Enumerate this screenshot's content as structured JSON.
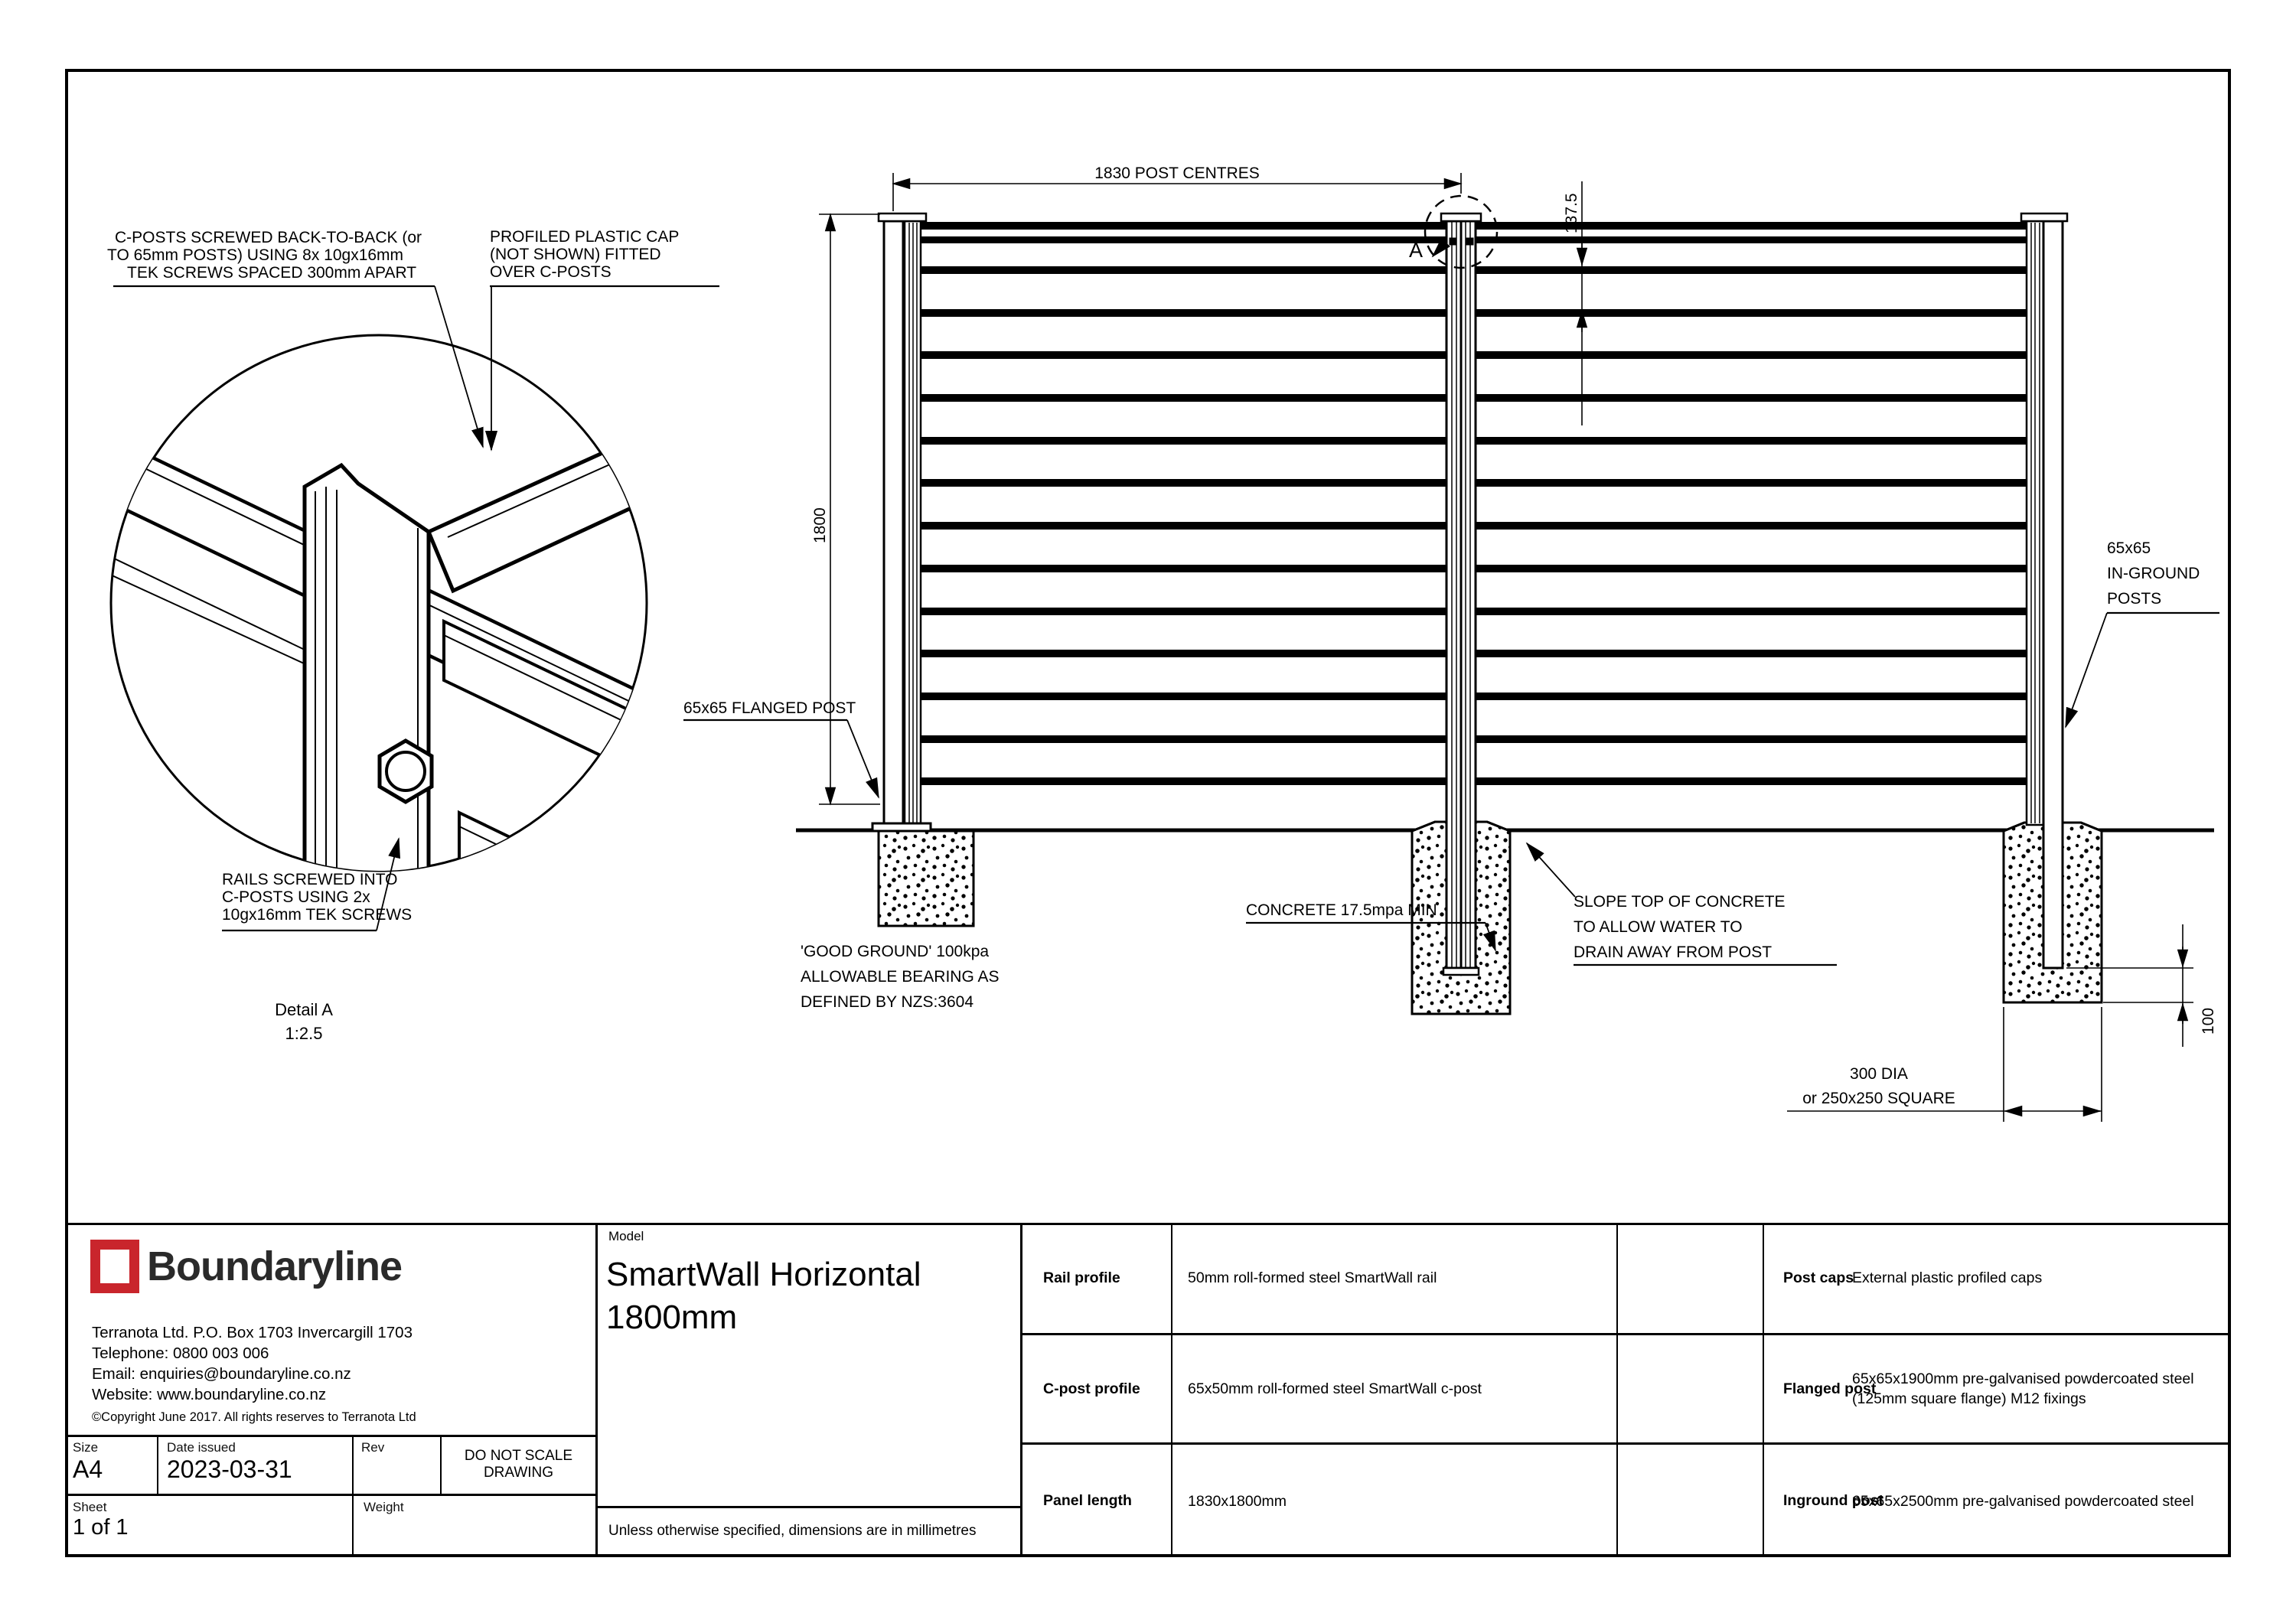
{
  "drawing": {
    "callouts": {
      "cpost_screws": {
        "line1": "C-POSTS SCREWED BACK-TO-BACK (or",
        "line2": "TO 65mm POSTS) USING 8x 10gx16mm",
        "line3": "TEK SCREWS SPACED 300mm APART"
      },
      "plastic_cap": {
        "line1": "PROFILED PLASTIC CAP",
        "line2": "(NOT SHOWN) FITTED",
        "line3": "OVER C-POSTS"
      },
      "rails_screwed": {
        "line1": "RAILS SCREWED INTO",
        "line2": "C-POSTS USING 2x",
        "line3": "10gx16mm TEK SCREWS"
      },
      "detail_title": "Detail A",
      "detail_scale": "1:2.5",
      "detail_marker": "A",
      "flanged_post": "65x65 FLANGED POST",
      "inground_posts": {
        "line1": "65x65",
        "line2": "IN-GROUND",
        "line3": "POSTS"
      },
      "good_ground": {
        "line1": "'GOOD GROUND' 100kpa",
        "line2": "ALLOWABLE BEARING AS",
        "line3": "DEFINED BY NZS:3604"
      },
      "concrete": "CONCRETE 17.5mpa MIN",
      "slope": {
        "line1": "SLOPE TOP OF CONCRETE",
        "line2": "TO ALLOW WATER TO",
        "line3": "DRAIN AWAY FROM POST"
      }
    },
    "dimensions": {
      "post_centres": "1830 POST CENTRES",
      "rail_spacing": "137.5",
      "height": "1800",
      "footing_width": {
        "line1": "300 DIA",
        "line2": "or 250x250 SQUARE"
      },
      "footing_depth": "100"
    }
  },
  "title_block": {
    "logo_text": "Boundaryline",
    "company": {
      "address": "Terranota Ltd. P.O. Box 1703 Invercargill 1703",
      "phone": "Telephone: 0800 003 006",
      "email": "Email: enquiries@boundaryline.co.nz",
      "website": "Website: www.boundaryline.co.nz",
      "copyright": "©Copyright June 2017. All rights reserves to Terranota Ltd"
    },
    "model_label": "Model",
    "model_name": "SmartWall Horizontal 1800mm",
    "note": "Unless otherwise specified, dimensions are in millimetres",
    "fields": {
      "size_label": "Size",
      "size_value": "A4",
      "date_label": "Date issued",
      "date_value": "2023-03-31",
      "rev_label": "Rev",
      "scale_note_line1": "DO NOT SCALE",
      "scale_note_line2": "DRAWING",
      "sheet_label": "Sheet",
      "sheet_value": "1 of 1",
      "weight_label": "Weight"
    },
    "specs": [
      {
        "label1": "Rail profile",
        "value1": "50mm roll-formed steel SmartWall rail",
        "label2": "Post caps",
        "value2": "External plastic profiled caps"
      },
      {
        "label1": "C-post profile",
        "value1": "65x50mm roll-formed steel SmartWall c-post",
        "label2": "Flanged post",
        "value2": "65x65x1900mm pre-galvanised powdercoated steel (125mm square flange) M12 fixings"
      },
      {
        "label1": "Panel length",
        "value1": "1830x1800mm",
        "label2": "Inground post",
        "value2": "65x65x2500mm pre-galvanised powdercoated steel"
      }
    ]
  }
}
